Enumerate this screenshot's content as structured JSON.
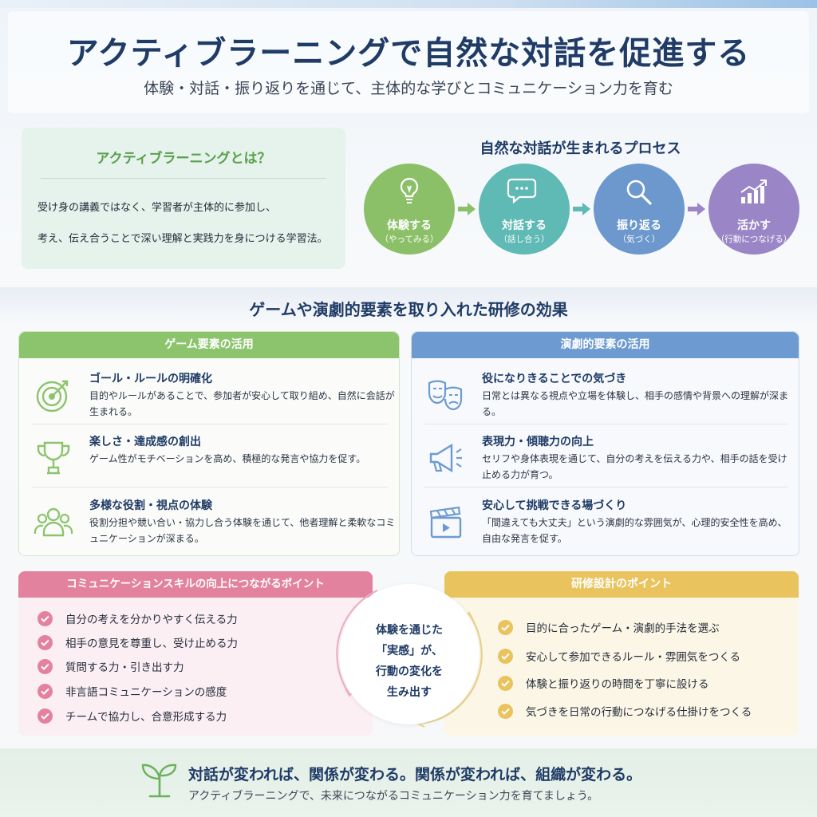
{
  "header": {
    "title": "アクティブラーニングで自然な対話を促進する",
    "subtitle": "体験・対話・振り返りを通じて、主体的な学びとコミュニケーション力を育む"
  },
  "intro": {
    "title": "アクティブラーニングとは？",
    "line1": "受け身の講義ではなく、学習者が主体的に参加し、",
    "line2": "考え、伝え合うことで深い理解と実践力を身につける学習法。"
  },
  "process": {
    "title": "自然な対話が生まれるプロセス",
    "steps": [
      {
        "label": "体験する",
        "sub": "（やってみる）",
        "color": "#8cc068",
        "icon": "lightbulb-icon"
      },
      {
        "label": "対話する",
        "sub": "（話し合う）",
        "color": "#5fb9b4",
        "icon": "chat-bubbles-icon"
      },
      {
        "label": "振り返る",
        "sub": "（気づく）",
        "color": "#6c98cd",
        "icon": "magnifier-icon"
      },
      {
        "label": "活かす",
        "sub": "（行動につなげる）",
        "color": "#9a85c6",
        "icon": "growth-chart-icon"
      }
    ]
  },
  "effects": {
    "title": "ゲームや演劇的要素を取り入れた研修の効果",
    "game": {
      "header": "ゲーム要素の活用",
      "color": "#8cc46d",
      "items": [
        {
          "title": "ゴール・ルールの明確化",
          "desc": "目的やルールがあることで、参加者が安心して取り組め、自然に会話が生まれる。",
          "icon": "target-icon"
        },
        {
          "title": "楽しさ・達成感の創出",
          "desc": "ゲーム性がモチベーションを高め、積極的な発言や協力を促す。",
          "icon": "trophy-icon"
        },
        {
          "title": "多様な役割・視点の体験",
          "desc": "役割分担や競い合い・協力し合う体験を通じて、他者理解と柔軟なコミュニケーションが深まる。",
          "icon": "people-group-icon"
        }
      ]
    },
    "drama": {
      "header": "演劇的要素の活用",
      "color": "#6d9bd1",
      "items": [
        {
          "title": "役になりきることでの気づき",
          "desc": "日常とは異なる視点や立場を体験し、相手の感情や背景への理解が深まる。",
          "icon": "theater-masks-icon"
        },
        {
          "title": "表現力・傾聴力の向上",
          "desc": "セリフや身体表現を通じて、自分の考えを伝える力や、相手の話を受け止める力が育つ。",
          "icon": "megaphone-icon"
        },
        {
          "title": "安心して挑戦できる場づくり",
          "desc": "「間違えても大丈夫」という演劇的な雰囲気が、心理的安全性を高め、自由な発言を促す。",
          "icon": "clapperboard-icon"
        }
      ]
    }
  },
  "skills": {
    "header": "コミュニケーションスキルの向上につながるポイント",
    "color": "#e3829f",
    "items": [
      "自分の考えを分かりやすく伝える力",
      "相手の意見を尊重し、受け止める力",
      "質問する力・引き出す力",
      "非言語コミュニケーションの感度",
      "チームで協力し、合意形成する力"
    ]
  },
  "center": {
    "lines": [
      "体験を通じた",
      "「実感」が、",
      "行動の変化を",
      "生み出す"
    ]
  },
  "design": {
    "header": "研修設計のポイント",
    "color": "#e9c35d",
    "items": [
      "目的に合ったゲーム・演劇的手法を選ぶ",
      "安心して参加できるルール・雰囲気をつくる",
      "体験と振り返りの時間を丁寧に設ける",
      "気づきを日常の行動につなげる仕掛けをつくる"
    ]
  },
  "footer": {
    "title": "対話が変われば、関係が変わる。関係が変われば、組織が変わる。",
    "sub": "アクティブラーニングで、未来につながるコミュニケーション力を育てましょう。",
    "icon": "sprout-icon"
  }
}
